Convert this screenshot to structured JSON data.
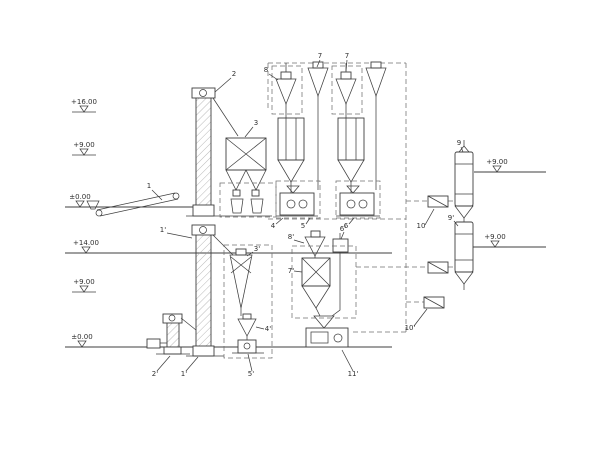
{
  "page": {
    "background": "#ffffff",
    "line_color": "#3f3f3f",
    "dashed_line_color": "#707070"
  },
  "elevation_markers": [
    {
      "side": "left-top",
      "text": "+16.00"
    },
    {
      "side": "left-top",
      "text": "+9.00"
    },
    {
      "side": "left-top",
      "text": "±0.00"
    },
    {
      "side": "left-bottom",
      "text": "+14.00"
    },
    {
      "side": "left-bottom",
      "text": "+9.00"
    },
    {
      "side": "left-bottom",
      "text": "±0.00"
    },
    {
      "side": "right-upper",
      "text": "+9.00"
    },
    {
      "side": "right-lower",
      "text": "+9.00"
    }
  ],
  "equipment_labels": [
    {
      "equipment": "belt-conveyor",
      "text": "1"
    },
    {
      "equipment": "bucket-elevator",
      "text": "2"
    },
    {
      "equipment": "double-cone-hopper",
      "text": "3"
    },
    {
      "equipment": "cyclone",
      "text": "8"
    },
    {
      "equipment": "cyclone",
      "text": "7"
    },
    {
      "equipment": "cyclone",
      "text": "7"
    },
    {
      "equipment": "mill",
      "text": "4"
    },
    {
      "equipment": "mill",
      "text": "5"
    },
    {
      "equipment": "mill",
      "text": "6"
    },
    {
      "equipment": "dust-filter-upper",
      "text": "9"
    },
    {
      "equipment": "dust-filter-lower",
      "text": "9'"
    },
    {
      "equipment": "fan",
      "text": "10"
    },
    {
      "equipment": "fan",
      "text": "10'"
    },
    {
      "equipment": "bucket-elevator-head",
      "text": "1'"
    },
    {
      "equipment": "bucket-elevator-boot",
      "text": "1'"
    },
    {
      "equipment": "small-elevator",
      "text": "2'"
    },
    {
      "equipment": "cyclone",
      "text": "3'"
    },
    {
      "equipment": "cyclone",
      "text": "4'"
    },
    {
      "equipment": "bagging-scale",
      "text": "5'"
    },
    {
      "equipment": "airlock",
      "text": "6'"
    },
    {
      "equipment": "bin",
      "text": "7'"
    },
    {
      "equipment": "cyclone",
      "text": "8'"
    },
    {
      "equipment": "mixer",
      "text": "11'"
    }
  ]
}
